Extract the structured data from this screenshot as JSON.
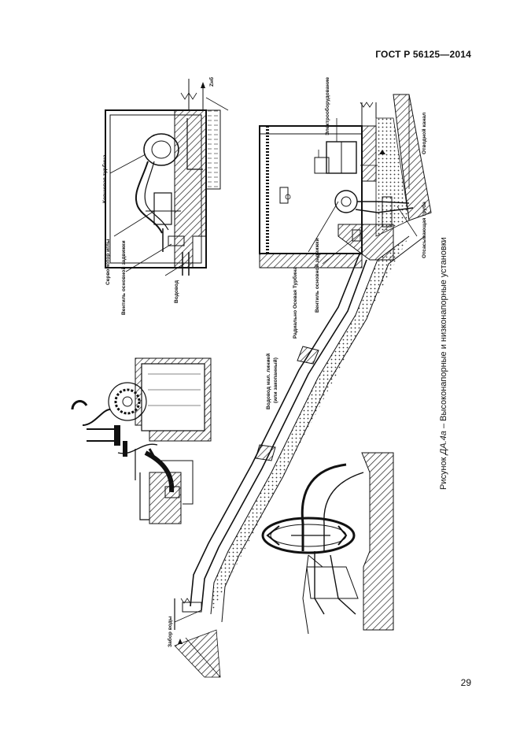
{
  "header": {
    "standard": "ГОСТ Р 56125—2014"
  },
  "figure": {
    "caption_prefix": "Рисунок ",
    "caption_number": "ДА.4а",
    "caption_text": " – Высоконапорные и низконапорные установки",
    "labels": {
      "water_intake": "Забор воды",
      "penstock": "Водовод",
      "main_valve": "Вентиль основной задвижки",
      "needle_servo": "Сервомотор иглы",
      "pelton_turbine": "Ковшевая турбина",
      "head_level": "Zнб",
      "steel_pipe_line1": "Водовод мал. линией",
      "steel_pipe_line2": "(или закопанный)",
      "radial_axial_turbine": "Радиально Осевая Турбина",
      "main_valve_2": "Вентиль основной задвижки",
      "electrical_equipment": "Электрооборудование",
      "draft_tube": "Отсасывающая труба",
      "tailrace_canal": "Отводной канал"
    }
  },
  "footer": {
    "page_number": "29"
  }
}
